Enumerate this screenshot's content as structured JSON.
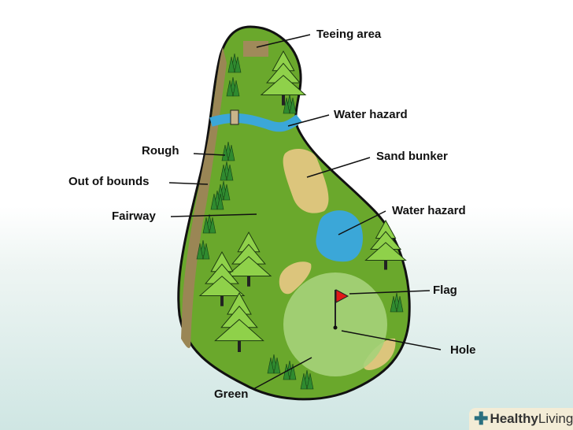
{
  "labels": {
    "teeing_area": "Teeing area",
    "water_hazard_1": "Water hazard",
    "sand_bunker": "Sand bunker",
    "water_hazard_2": "Water hazard",
    "rough": "Rough",
    "out_of_bounds": "Out of bounds",
    "fairway": "Fairway",
    "flag": "Flag",
    "hole": "Hole",
    "green": "Green"
  },
  "logo": {
    "bold": "Healthy",
    "light": " Living"
  },
  "colors": {
    "fairway": "#6aa82c",
    "rough": "#9a8655",
    "water": "#3ba7d8",
    "sand": "#dcc57c",
    "green": "#a6d27a",
    "flag": "#e01818",
    "tree_dark": "#2f8a2f",
    "tree_light": "#8fd14a"
  }
}
